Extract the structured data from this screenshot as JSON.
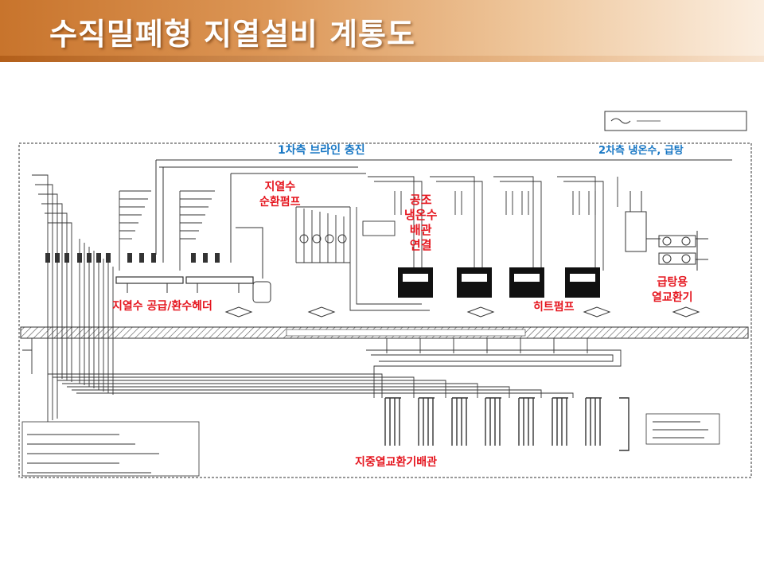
{
  "slide": {
    "title": "수직밀폐형 지열설비 계통도"
  },
  "labels": {
    "primary_brine": "1차측 브라인 충진",
    "secondary_supply": "2차측 냉온수, 급탕",
    "circ_pump": "지열수\n순환펌프",
    "hvac_connection": "공조\n냉온수\n배관\n연결",
    "dhw_exchanger": "급탕용\n열교환기",
    "header": "지열수 공급/환수헤더",
    "heat_pump": "히트펌프",
    "ground_exchanger": "지중열교환기배관"
  },
  "colors": {
    "title_band": "#d9894a",
    "red_label": "#e5161f",
    "blue_label": "#1877c4",
    "line": "#222222"
  }
}
